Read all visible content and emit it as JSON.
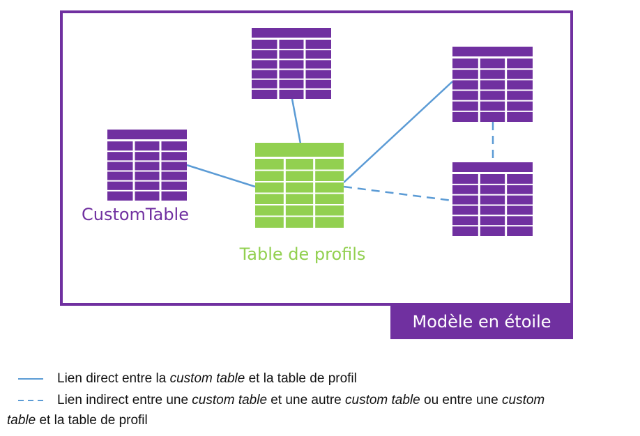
{
  "colors": {
    "purple": "#7030A0",
    "green": "#92D050",
    "link_blue": "#5B9BD5",
    "white": "#ffffff",
    "text": "#111111"
  },
  "diagram": {
    "model_label": "Modèle en étoile",
    "custom_table_label": "CustomTable",
    "profile_table_label": "Table de profils"
  },
  "legend": {
    "direct": {
      "text": "Lien direct entre la ",
      "em1": "custom table",
      "text2": " et la table de profil"
    },
    "indirect": {
      "text": "Lien indirect entre une ",
      "em1": "custom table",
      "text2": " et une autre ",
      "em2": "custom table",
      "text3": " ou entre une ",
      "em3": "custom",
      "em4": "table",
      "text4": " et la table de profil"
    }
  }
}
